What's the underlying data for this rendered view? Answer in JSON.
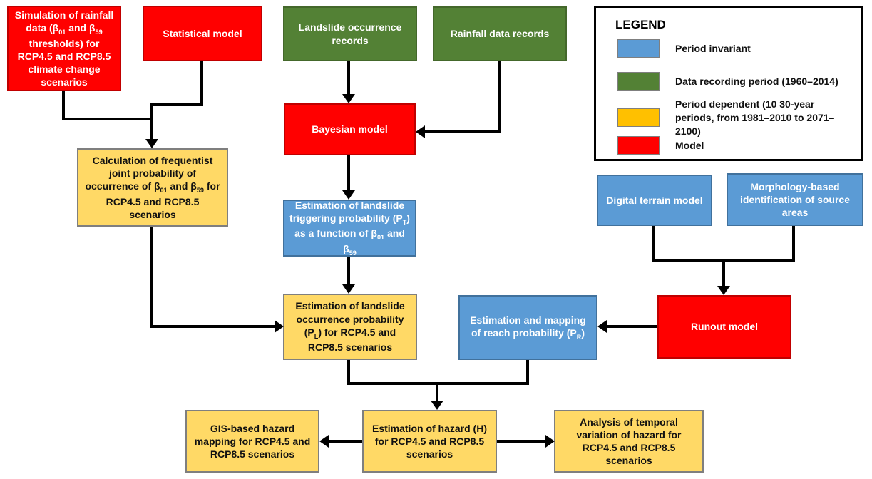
{
  "colors": {
    "model_red": "#ff0000",
    "period_invariant_blue": "#5b9bd5",
    "data_recording_green": "#538135",
    "period_dependent_yellow": "#ffd966",
    "legend_yellow": "#ffc000",
    "connector_black": "#000000"
  },
  "legend": {
    "title": "LEGEND",
    "items": [
      {
        "name": "period-invariant",
        "color": "#5b9bd5",
        "label": "Period invariant"
      },
      {
        "name": "data-recording-period",
        "color": "#538135",
        "label": "Data recording period (1960–2014)"
      },
      {
        "name": "period-dependent",
        "color": "#ffc000",
        "label": "Period dependent (10 30-year periods, from 1981–2010 to 2071–2100)"
      },
      {
        "name": "model",
        "color": "#ff0000",
        "label": "Model"
      }
    ]
  },
  "nodes": {
    "sim_rainfall": {
      "category": "model",
      "label": "Simulation of rainfall data (β~01~ and β~59~ thresholds) for RCP4.5 and RCP8.5 climate change scenarios"
    },
    "statistical": {
      "category": "model",
      "label": "Statistical model"
    },
    "landslide_records": {
      "category": "data-recording-period",
      "label": "Landslide occurrence records"
    },
    "rainfall_records": {
      "category": "data-recording-period",
      "label": "Rainfall data records"
    },
    "bayesian": {
      "category": "model",
      "label": "Bayesian model"
    },
    "calculation": {
      "category": "period-dependent",
      "label": "Calculation of frequentist joint probability of occurrence of β~01~ and β~59~ for RCP4.5 and RCP8.5 scenarios"
    },
    "triggering": {
      "category": "period-invariant",
      "label": "Estimation of landslide triggering probability (P~T~) as a function of β~01~ and β~59~"
    },
    "occurrence": {
      "category": "period-dependent",
      "label": "Estimation of landslide occurrence probability (P~L~) for RCP4.5 and RCP8.5 scenarios"
    },
    "reach": {
      "category": "period-invariant",
      "label": "Estimation and mapping of reach probability (P~R~)"
    },
    "runout": {
      "category": "model",
      "label": "Runout model"
    },
    "dtm": {
      "category": "period-invariant",
      "label": "Digital terrain model"
    },
    "morphology": {
      "category": "period-invariant",
      "label": "Morphology-based identification of source areas"
    },
    "gis_mapping": {
      "category": "period-dependent",
      "label": "GIS-based hazard mapping for RCP4.5 and RCP8.5 scenarios"
    },
    "hazard": {
      "category": "period-dependent",
      "label": "Estimation of hazard (H) for RCP4.5 and RCP8.5 scenarios"
    },
    "temporal_analysis": {
      "category": "period-dependent",
      "label": "Analysis of temporal variation of hazard for RCP4.5 and RCP8.5 scenarios"
    }
  }
}
